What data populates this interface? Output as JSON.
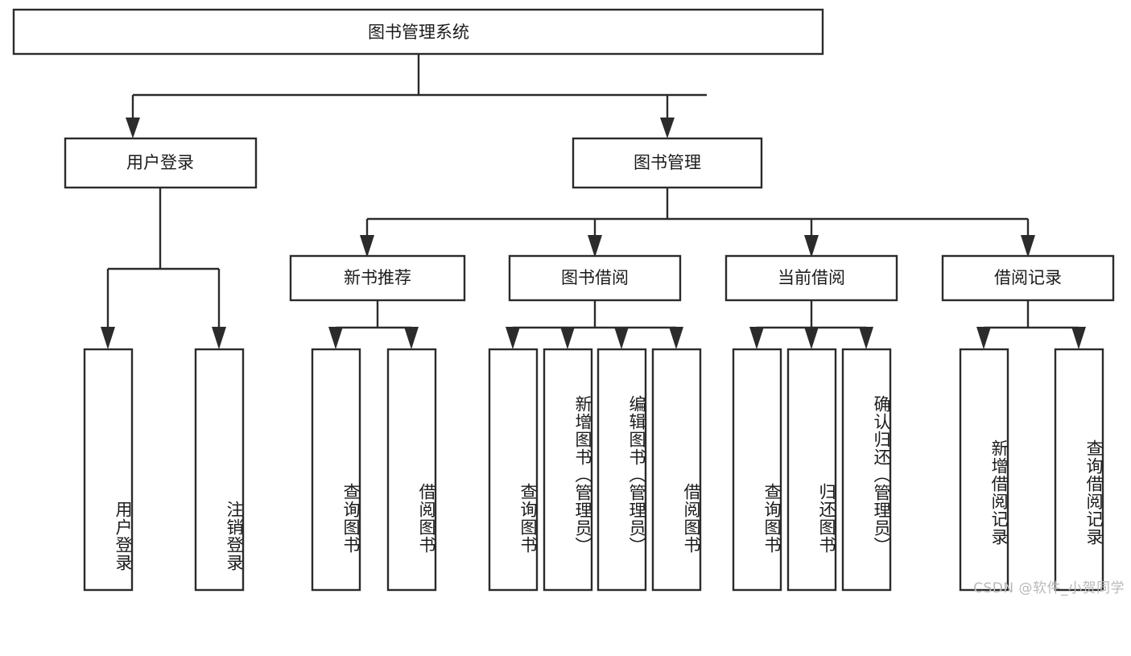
{
  "diagram": {
    "type": "tree",
    "title": "图书管理系统",
    "root": {
      "label": "图书管理系统"
    },
    "level2": [
      {
        "id": "user-login",
        "label": "用户登录"
      },
      {
        "id": "book-management",
        "label": "图书管理"
      }
    ],
    "level3": [
      {
        "id": "new-book-recommend",
        "label": "新书推荐",
        "parent": "book-management"
      },
      {
        "id": "book-borrow",
        "label": "图书借阅",
        "parent": "book-management"
      },
      {
        "id": "current-borrow",
        "label": "当前借阅",
        "parent": "book-management"
      },
      {
        "id": "borrow-record",
        "label": "借阅记录",
        "parent": "book-management"
      }
    ],
    "leaves": {
      "user-login": [
        {
          "id": "leaf-user-login",
          "label": "用户登录"
        },
        {
          "id": "leaf-logout-login",
          "label": "注销登录"
        }
      ],
      "new-book-recommend": [
        {
          "id": "leaf-query-book-1",
          "label": "查询图书"
        },
        {
          "id": "leaf-borrow-book-1",
          "label": "借阅图书"
        }
      ],
      "book-borrow": [
        {
          "id": "leaf-query-book-2",
          "label": "查询图书"
        },
        {
          "id": "leaf-add-book",
          "label": "新增图书（管理员）"
        },
        {
          "id": "leaf-edit-book",
          "label": "编辑图书（管理员）"
        },
        {
          "id": "leaf-borrow-book-2",
          "label": "借阅图书"
        }
      ],
      "current-borrow": [
        {
          "id": "leaf-query-book-3",
          "label": "查询图书"
        },
        {
          "id": "leaf-return-book",
          "label": "归还图书"
        },
        {
          "id": "leaf-confirm-return",
          "label": "确认归还（管理员）"
        }
      ],
      "borrow-record": [
        {
          "id": "leaf-add-record",
          "label": "新增借阅记录"
        },
        {
          "id": "leaf-query-record",
          "label": "查询借阅记录"
        }
      ]
    },
    "colors": {
      "box_stroke": "#2b2b2b",
      "box_fill": "#ffffff",
      "connector": "#2b2b2b",
      "text": "#1b1b1b",
      "background": "#ffffff",
      "watermark": "#b9b9b9"
    }
  },
  "watermark": {
    "text": "CSDN @软件_小贺同学"
  }
}
